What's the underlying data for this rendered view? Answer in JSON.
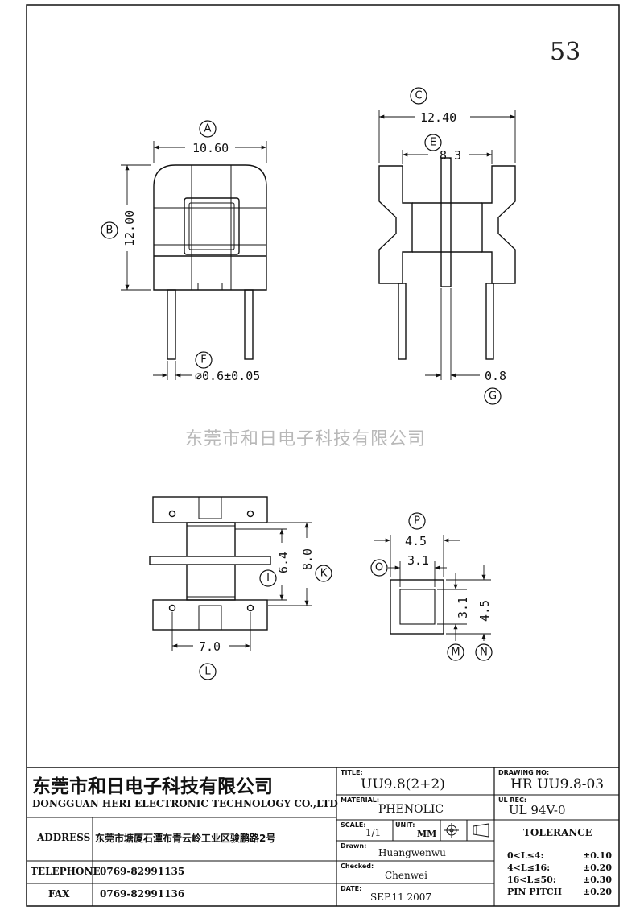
{
  "page_number": "53",
  "watermark": "东莞市和日电子科技有限公司",
  "top_view": {
    "label_a": "A",
    "dim_a": "10.60",
    "label_b": "B",
    "dim_b": "12.00",
    "label_f": "F",
    "dim_f": "∅0.6±0.05"
  },
  "side_view": {
    "label_c": "C",
    "dim_c": "12.40",
    "label_e": "E",
    "dim_e": "8.3",
    "label_g": "G",
    "dim_g": "0.8"
  },
  "bottom_view": {
    "label_i": "I",
    "dim_i": "6.4",
    "label_k": "K",
    "dim_k": "8.0",
    "label_l": "L",
    "dim_l": "7.0"
  },
  "section_view": {
    "label_p": "P",
    "dim_p": "4.5",
    "label_o": "O",
    "dim_o": "3.1",
    "label_m": "M",
    "dim_m": "3.1",
    "label_n": "N",
    "dim_n": "4.5"
  },
  "title_block": {
    "company_cn": "东莞市和日电子科技有限公司",
    "company_en": "DONGGUAN HERI ELECTRONIC TECHNOLOGY CO.,LTD",
    "address_label": "ADDRESS",
    "address_value": "东莞市塘厦石潭布青云岭工业区骏鹏路2号",
    "telephone_label": "TELEPHONE",
    "telephone_value": "0769-82991135",
    "fax_label": "FAX",
    "fax_value": "0769-82991136",
    "title_label": "TITLE:",
    "title_value": "UU9.8(2+2)",
    "material_label": "MATERIAL:",
    "material_value": "PHENOLIC",
    "scale_label": "SCALE:",
    "scale_value": "1/1",
    "unit_label": "UNIT:",
    "unit_value": "MM",
    "drawn_label": "Drawn:",
    "drawn_value": "Huangwenwu",
    "checked_label": "Checked:",
    "checked_value": "Chenwei",
    "date_label": "DATE:",
    "date_value": "SEP.11 2007",
    "drawing_no_label": "DRAWING NO:",
    "drawing_no_value": "HR UU9.8-03",
    "ul_rec_label": "UL REC:",
    "ul_rec_value": "UL  94V-0",
    "tolerance_label": "TOLERANCE",
    "tol_rows": [
      {
        "range": "0<L≤4:",
        "value": "±0.10"
      },
      {
        "range": "4<L≤16:",
        "value": "±0.20"
      },
      {
        "range": "16<L≤50:",
        "value": "±0.30"
      },
      {
        "range": "PIN PITCH",
        "value": "±0.20"
      }
    ]
  }
}
